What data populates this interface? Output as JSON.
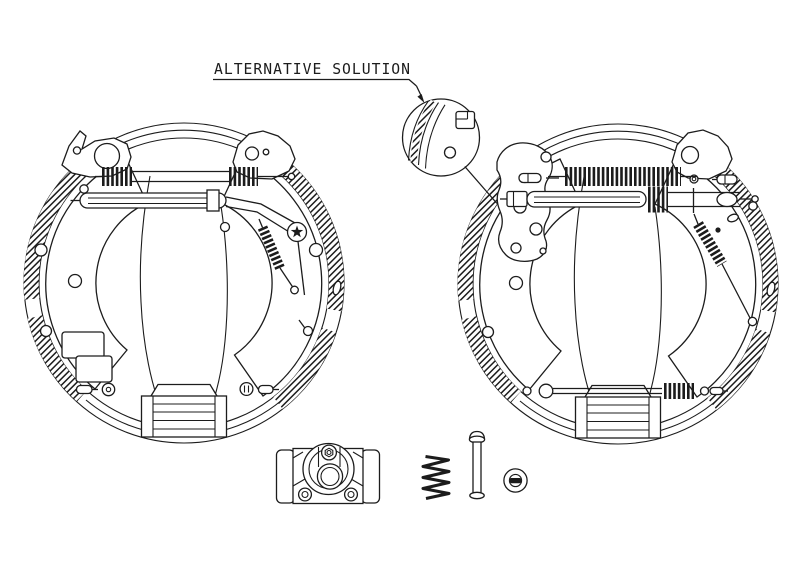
{
  "callout": {
    "label": "ALTERNATIVE SOLUTION"
  },
  "colors": {
    "background": "#ffffff",
    "line": "#1c1c1c",
    "lining_hatch": "#1c1c1c"
  },
  "diagram": {
    "type": "technical-parts-illustration",
    "subject": "drum-brake-shoe-kit",
    "parts": [
      {
        "name": "left-brake-shoe-assembly"
      },
      {
        "name": "right-brake-shoe-assembly"
      },
      {
        "name": "alternative-solution-detail-circle"
      },
      {
        "name": "wheel-cylinder"
      },
      {
        "name": "coil-spring"
      },
      {
        "name": "hold-down-pin"
      },
      {
        "name": "retainer-washer"
      }
    ]
  }
}
